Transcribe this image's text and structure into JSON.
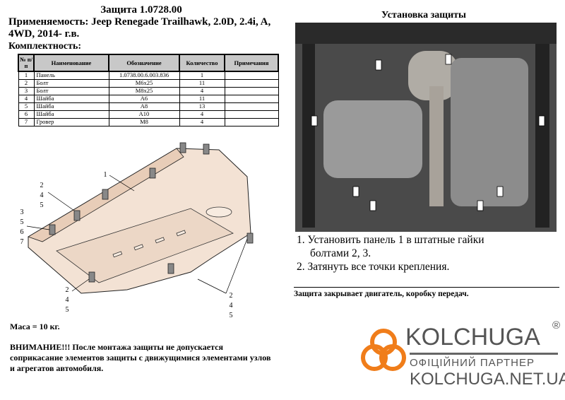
{
  "left": {
    "title": "Защита 1.0728.00",
    "applicability_label": "Применяемость:",
    "applicability_value": "Jeep Renegade Trailhawk, 2.0D, 2.4i, A, 4WD, 2014- г.в.",
    "kit_label": "Комплектность:",
    "table": {
      "headers": [
        "№ п/п",
        "Наименование",
        "Обозначение",
        "Количество",
        "Примечания"
      ],
      "rows": [
        [
          "1",
          "Панель",
          "1.0738.00.6.003.836",
          "1",
          ""
        ],
        [
          "2",
          "Болт",
          "М6х25",
          "11",
          ""
        ],
        [
          "3",
          "Болт",
          "М8х25",
          "4",
          ""
        ],
        [
          "4",
          "Шайба",
          "А6",
          "11",
          ""
        ],
        [
          "5",
          "Шайба",
          "А8",
          "13",
          ""
        ],
        [
          "6",
          "Шайба",
          "А10",
          "4",
          ""
        ],
        [
          "7",
          "Гровер",
          "М8",
          "4",
          ""
        ]
      ]
    },
    "callouts": {
      "panel": "1",
      "top_left": [
        "2",
        "4",
        "5"
      ],
      "left": [
        "3",
        "5",
        "6",
        "7"
      ],
      "bottom_left": [
        "2",
        "4",
        "5"
      ],
      "bottom_right": [
        "2",
        "4",
        "5"
      ]
    },
    "mass": "Маса = 10 кг.",
    "warning": "ВНИМАНИЕ!!! После монтажа защиты не допускается соприкасание элементов защиты с движущимися элементами узлов и агрегатов автомобиля."
  },
  "right": {
    "title": "Установка защиты",
    "steps": [
      "1. Установить панель 1 в штатные гайки",
      "болтами 2, 3.",
      "2. Затянуть все точки крепления."
    ],
    "covers": "Защита закрывает двигатель, коробку передач."
  },
  "logo": {
    "name": "KOLCHUGA",
    "registered": "®",
    "subtitle": "ОФІЦІЙНИЙ ПАРТНЕР",
    "site": "KOLCHUGA.NET.UA",
    "accent": "#f07d1a"
  }
}
